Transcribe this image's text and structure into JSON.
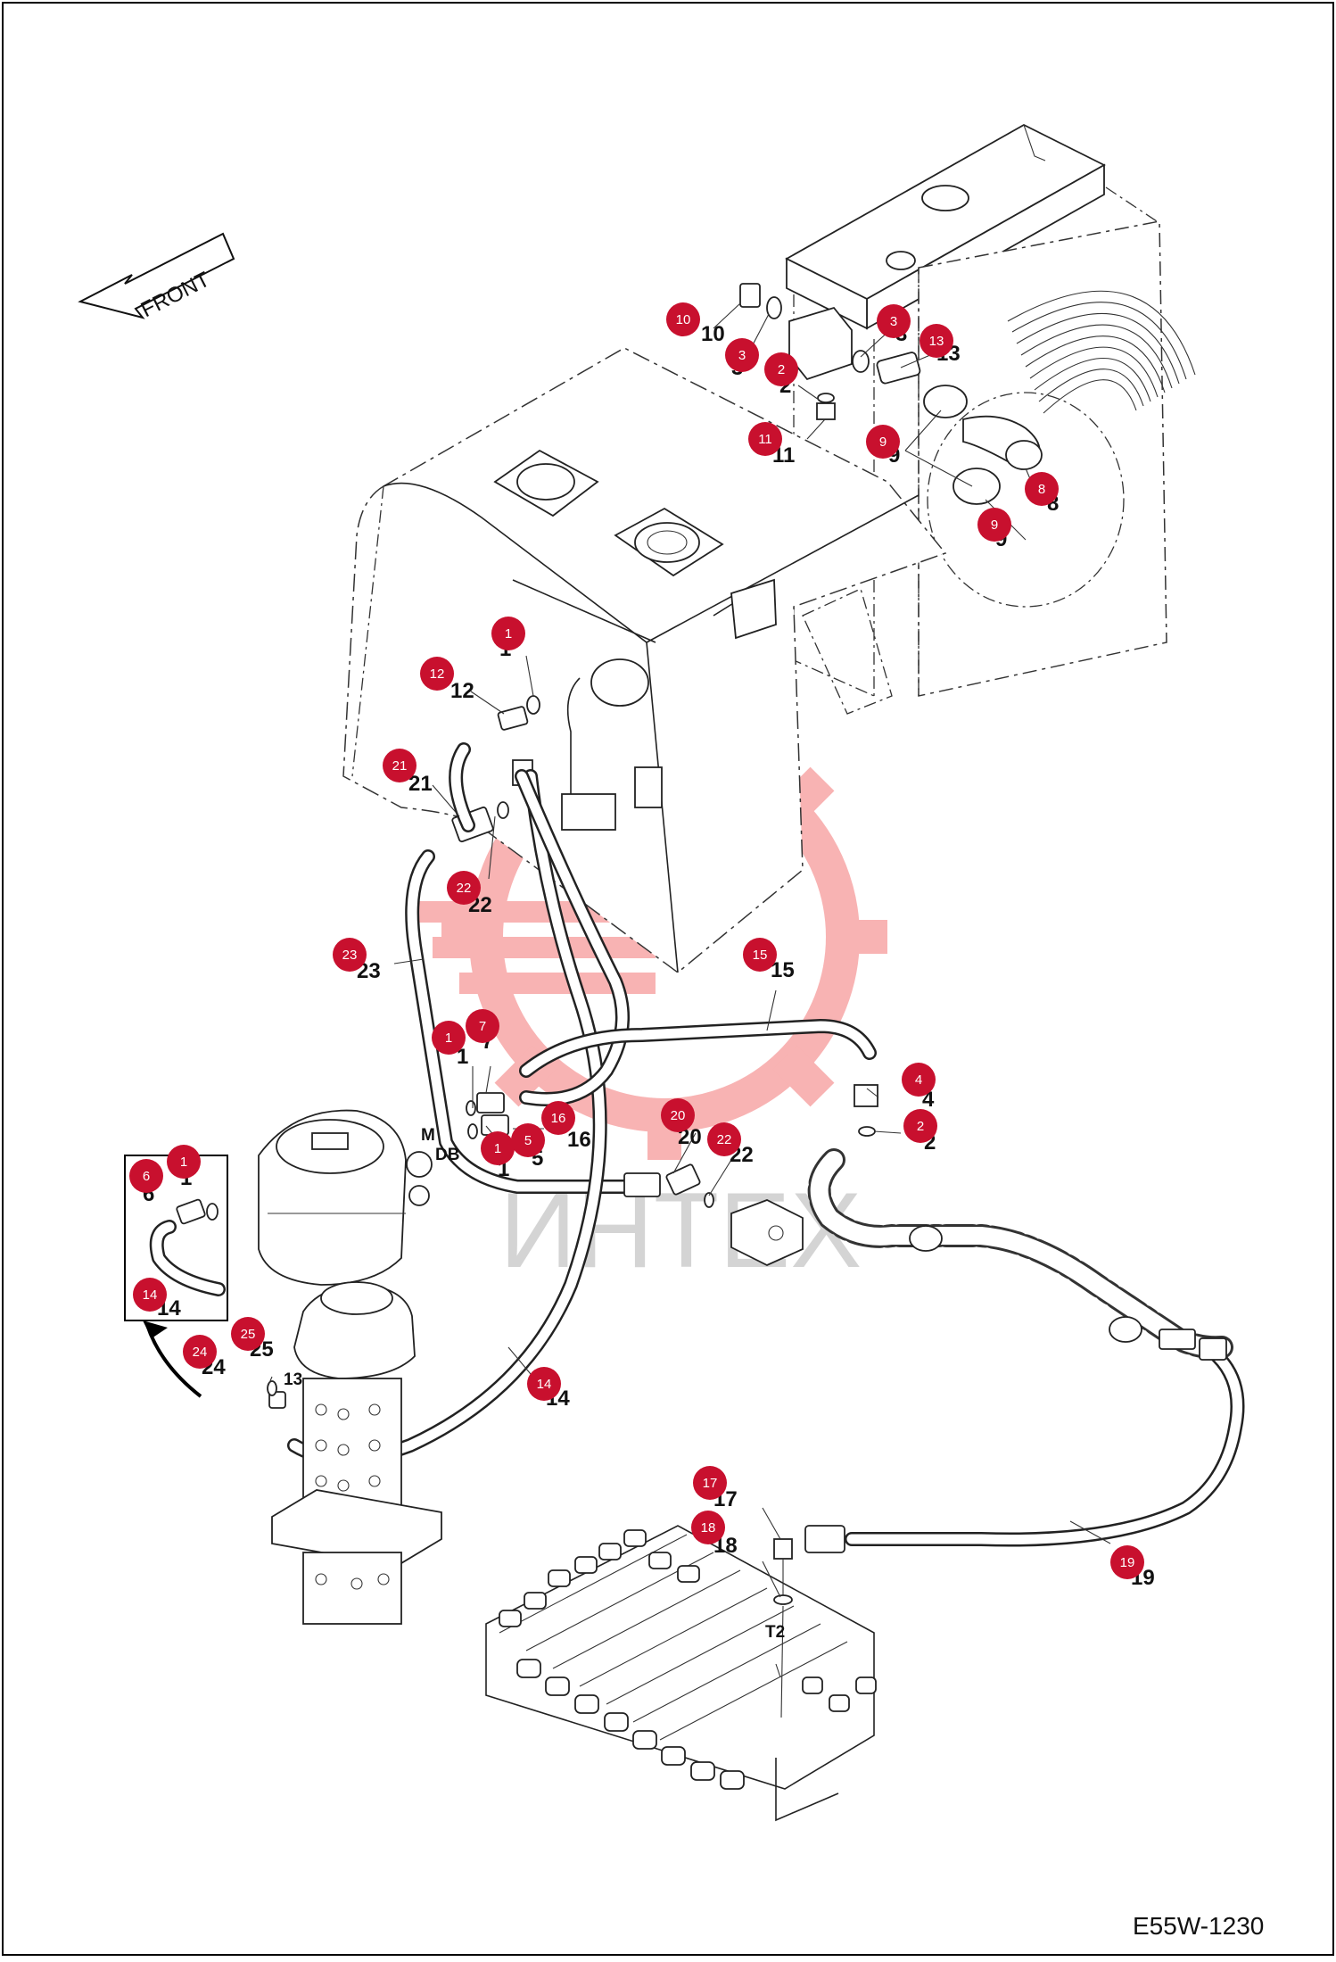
{
  "page": {
    "front_label": "FRONT",
    "code": "E55W-1230"
  },
  "colors": {
    "badge": "#c8102e",
    "watermark_red": "#ef4b4b",
    "watermark_gray": "#9a9a9a"
  },
  "watermark": {
    "text": "ИНТЕХ"
  },
  "callouts": [
    {
      "n": "10",
      "label": "10"
    },
    {
      "n": "3",
      "label": "3"
    },
    {
      "n": "2",
      "label": "2"
    },
    {
      "n": "3",
      "label": "3"
    },
    {
      "n": "13",
      "label": "13"
    },
    {
      "n": "11",
      "label": "11"
    },
    {
      "n": "9",
      "label": "9"
    },
    {
      "n": "8",
      "label": "8"
    },
    {
      "n": "9",
      "label": "9"
    },
    {
      "n": "1",
      "label": "1"
    },
    {
      "n": "12",
      "label": "12"
    },
    {
      "n": "21",
      "label": "21"
    },
    {
      "n": "22",
      "label": "22"
    },
    {
      "n": "23",
      "label": "23"
    },
    {
      "n": "15",
      "label": "15"
    },
    {
      "n": "1",
      "label": "1"
    },
    {
      "n": "7",
      "label": "7"
    },
    {
      "n": "4",
      "label": "4"
    },
    {
      "n": "2",
      "label": "2"
    },
    {
      "n": "16",
      "label": "16"
    },
    {
      "n": "5",
      "label": "5"
    },
    {
      "n": "1",
      "label": "1"
    },
    {
      "n": "20",
      "label": "20"
    },
    {
      "n": "22",
      "label": "22"
    },
    {
      "n": "6",
      "label": "6"
    },
    {
      "n": "1",
      "label": "1"
    },
    {
      "n": "14",
      "label": "14"
    },
    {
      "n": "25",
      "label": "25"
    },
    {
      "n": "24",
      "label": "24"
    },
    {
      "n": "13",
      "label": "13"
    },
    {
      "n": "14",
      "label": "14"
    },
    {
      "n": "17",
      "label": "17"
    },
    {
      "n": "18",
      "label": "18"
    },
    {
      "n": "19",
      "label": "19"
    }
  ],
  "port_labels": [
    "M",
    "DB",
    "T2"
  ]
}
